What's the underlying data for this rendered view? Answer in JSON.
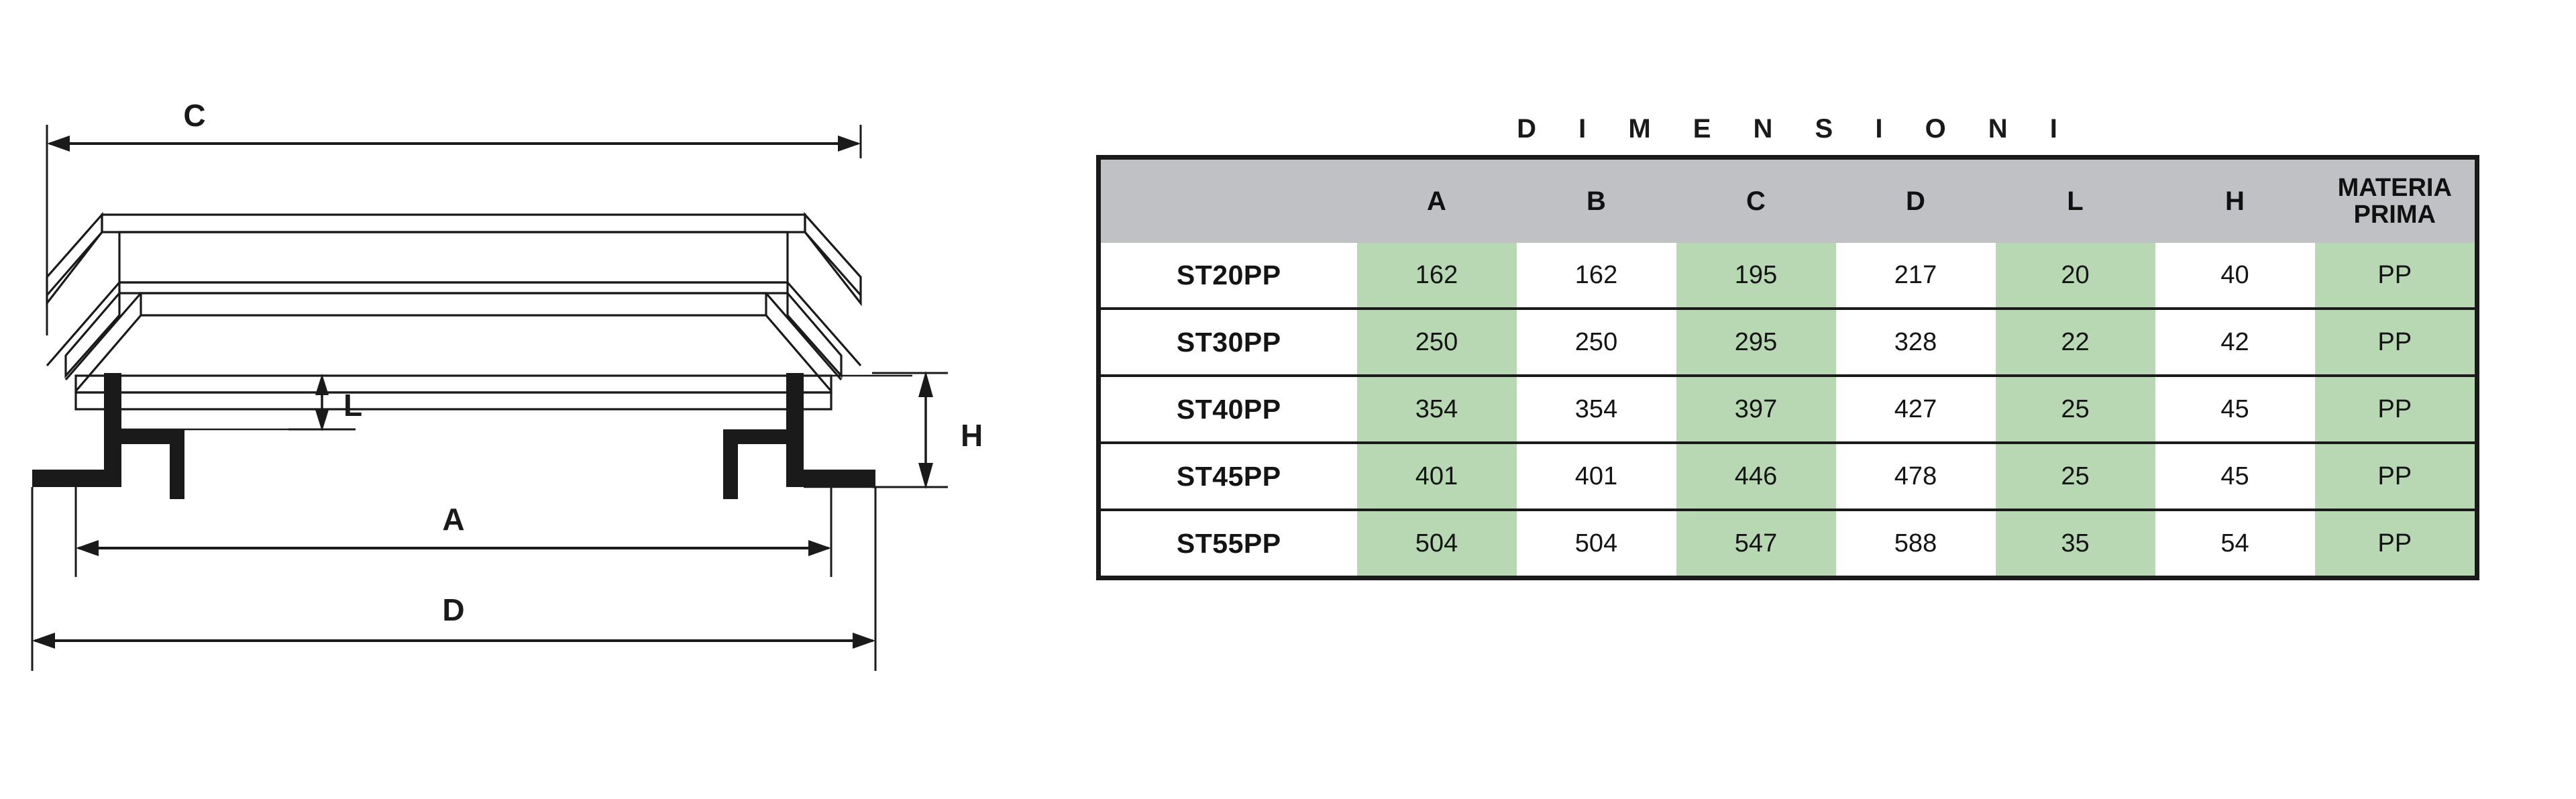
{
  "drawing": {
    "labels": {
      "c": "C",
      "a": "A",
      "d": "D",
      "l": "L",
      "h": "H"
    }
  },
  "table": {
    "title": "D I M E N S I O N I",
    "title_plain": "DIMENSIONI",
    "columns": [
      "",
      "A",
      "B",
      "C",
      "D",
      "L",
      "H",
      "MATERIA PRIMA"
    ],
    "header": {
      "blank": "",
      "a": "A",
      "b": "B",
      "c": "C",
      "d": "D",
      "l": "L",
      "h": "H",
      "materia_line1": "MATERIA",
      "materia_line2": "PRIMA"
    },
    "colors": {
      "header_bg": "#bfc1c4",
      "highlight_bg": "#b8d8b4",
      "cell_bg": "#ffffff",
      "border": "#1a1a1a",
      "text": "#141414"
    },
    "highlighted_columns": [
      "A",
      "C",
      "L",
      "MATERIA PRIMA"
    ],
    "rows": [
      {
        "model": "ST20PP",
        "A": "162",
        "B": "162",
        "C": "195",
        "D": "217",
        "L": "20",
        "H": "40",
        "materia": "PP"
      },
      {
        "model": "ST30PP",
        "A": "250",
        "B": "250",
        "C": "295",
        "D": "328",
        "L": "22",
        "H": "42",
        "materia": "PP"
      },
      {
        "model": "ST40PP",
        "A": "354",
        "B": "354",
        "C": "397",
        "D": "427",
        "L": "25",
        "H": "45",
        "materia": "PP"
      },
      {
        "model": "ST45PP",
        "A": "401",
        "B": "401",
        "C": "446",
        "D": "478",
        "L": "25",
        "H": "45",
        "materia": "PP"
      },
      {
        "model": "ST55PP",
        "A": "504",
        "B": "504",
        "C": "547",
        "D": "588",
        "L": "35",
        "H": "54",
        "materia": "PP"
      }
    ]
  }
}
